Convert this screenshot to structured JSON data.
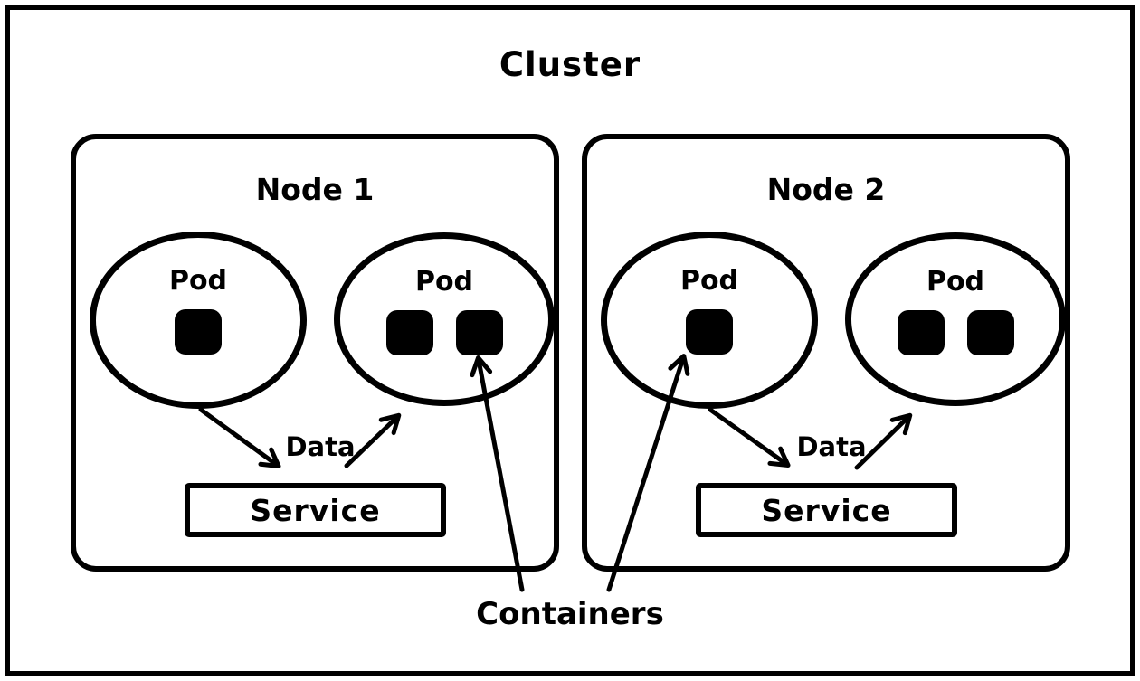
{
  "diagram": {
    "title": "Cluster",
    "containers_label": "Containers",
    "colors": {
      "ink": "#000000",
      "background": "#ffffff"
    },
    "nodes": [
      {
        "label": "Node 1",
        "data_label": "Data",
        "service_label": "Service",
        "pods": [
          {
            "label": "Pod",
            "container_count": 1
          },
          {
            "label": "Pod",
            "container_count": 2
          }
        ]
      },
      {
        "label": "Node 2",
        "data_label": "Data",
        "service_label": "Service",
        "pods": [
          {
            "label": "Pod",
            "container_count": 1
          },
          {
            "label": "Pod",
            "container_count": 2
          }
        ]
      }
    ]
  }
}
